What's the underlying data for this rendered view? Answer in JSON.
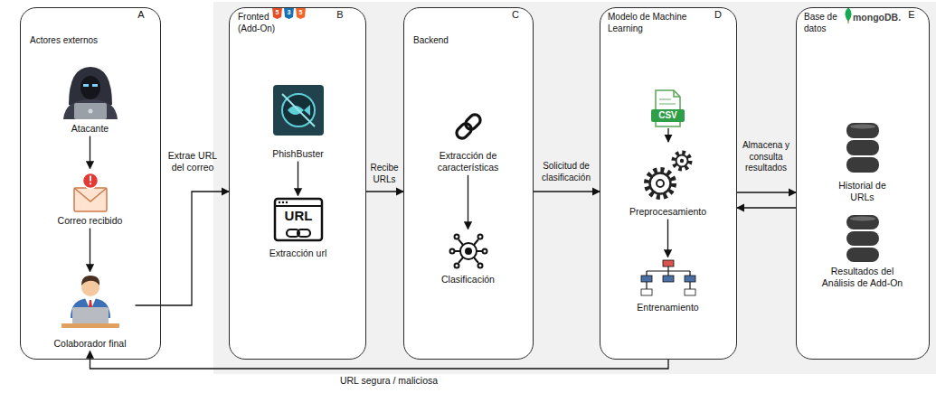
{
  "diagram": {
    "nodes": [
      {
        "text": [
          "Actores externos"
        ]
      },
      {
        "text": [
          "Atacante"
        ],
        "in": 0
      },
      {
        "text": [
          "Correo recibido"
        ],
        "in": 0
      },
      {
        "text": [
          "Colaborador final"
        ],
        "in": 0
      },
      {
        "text": [
          "Fronted (Add-On)"
        ]
      },
      {
        "text": [
          "PhishBuster"
        ],
        "in": 4
      },
      {
        "text": [
          "Extracción url"
        ],
        "in": 4
      },
      {
        "text": [
          "Backend"
        ]
      },
      {
        "text": [
          "Extracción de características"
        ],
        "in": 7
      },
      {
        "text": [
          "Clasificación"
        ],
        "in": 7
      },
      {
        "text": [
          "Modelo de Machine Learning"
        ]
      },
      {
        "text": [
          "Preprocesamiento"
        ],
        "in": 10
      },
      {
        "text": [
          "Entrenamiento"
        ],
        "in": 10
      },
      {
        "text": [
          "Base de datos",
          "mongoDB."
        ]
      },
      {
        "text": [
          "Historial de URLs"
        ],
        "in": 13
      },
      {
        "text": [
          "Resultados del Análisis de Add-On"
        ],
        "in": 13
      }
    ],
    "edges": [
      {
        "from": 1,
        "to": 2,
        "arrow": "to"
      },
      {
        "from": 2,
        "to": 3,
        "arrow": "to"
      },
      {
        "from": 3,
        "to": 4,
        "label": "Extrae URL del correo",
        "arrow": "to"
      },
      {
        "from": 5,
        "to": 6,
        "arrow": "to"
      },
      {
        "from": 4,
        "to": 7,
        "label": "Recibe URLs",
        "arrow": "to"
      },
      {
        "from": 8,
        "to": 9,
        "arrow": "to"
      },
      {
        "from": 7,
        "to": 10,
        "label": "Solicitud de clasificación",
        "arrow": "to"
      },
      {
        "from": 11,
        "to": 12,
        "arrow": "to"
      },
      {
        "from": 10,
        "to": 13,
        "label": "Almacena y consulta resultados",
        "arrow": "to"
      },
      {
        "from": 13,
        "to": 10,
        "arrow": "to"
      },
      {
        "from": 10,
        "to": 3,
        "label": "URL segura / maliciosa",
        "arrow": "to"
      }
    ],
    "labels": [
      "A",
      "B",
      "C",
      "D",
      "E",
      "5",
      "3",
      "5",
      "URL",
      "CSV"
    ]
  }
}
